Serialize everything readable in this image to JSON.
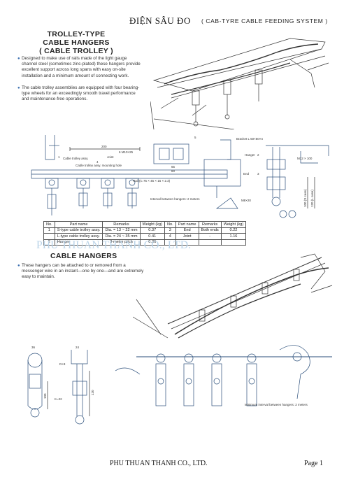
{
  "header": {
    "title_vn": "ĐIỆN SÂU ĐO",
    "title_en": "( CAB-TYRE CABLE FEEDING SYSTEM )"
  },
  "section1": {
    "title_lines": [
      "TROLLEY-TYPE",
      "CABLE HANGERS",
      "( CABLE TROLLEY )"
    ],
    "bullets": [
      "Designed to make use of rails made of the light gauge channel steel (sometimes zinc-plated) these hangers provide excellent support across long spans with easy on-site installation and a minimum amount of connecting work.",
      "The cable trolley assemblies are equipped with four bearing-type wheels for an exceedingly smooth travel performance and maintenance-free operations."
    ]
  },
  "diagram1": {
    "labels": {
      "dim_200": "200",
      "dim_m10": "6 M10×25",
      "cable_trolley": "Cable trolley\nassy.",
      "joint": "Joint",
      "trolley_assy_mounting": "Cable trolley assy. mounting hole",
      "dim_65": "65",
      "dim_80": "80",
      "bracket": "Bracket\nL 50×50×4",
      "hanger": "Hanger",
      "end": "End",
      "m12": "M12 × 100",
      "m8": "M8×20",
      "rail": "Rail (C 75 × 45 × 15 × 2.3)",
      "interval": "Interval between hangers:\n2 meters",
      "dim_100": "100 (S case)",
      "dim_120": "120 (L case)",
      "num_1": "1",
      "num_2": "2",
      "num_3": "3",
      "num_4": "4",
      "num_5": "5"
    }
  },
  "spec_table": {
    "headers": [
      "No.",
      "Part name",
      "Remarks",
      "Weight (kg)",
      "No.",
      "Part name",
      "Remarks",
      "Weight (kg)"
    ],
    "rows": [
      [
        "1",
        "S-type cable trolley assy.",
        "Dia. = 13 ~ 22 mm",
        "0.37",
        "3",
        "End",
        "Both ends",
        "0.22"
      ],
      [
        "",
        "L-type cable trolley assy.",
        "Dia. = 24 ~ 35 mm",
        "0.41",
        "4",
        "Joint",
        "-",
        "1.16"
      ],
      [
        "2",
        "Hanger",
        "3-meter pitch",
        "0.36",
        "",
        "",
        "",
        ""
      ]
    ]
  },
  "watermark": "PHU THUAN THANH CO., LTD.",
  "section2": {
    "title": "CABLE HANGERS",
    "bullets": [
      "These hangers can be attached to or removed from a messenger wire in an instant—one by one—and are extremely easy to maintain."
    ]
  },
  "diagram2": {
    "labels": {
      "dim_36": "36",
      "dim_24": "24",
      "d_nd": "D+8",
      "dim_100a": "100",
      "dim_120a": "120",
      "k_22": "K=22",
      "min_interval": "Minimum interval between\nhangers: 2 meters"
    }
  },
  "footer": {
    "company": "PHU THUAN THANH CO., LTD.",
    "page": "Page 1"
  }
}
